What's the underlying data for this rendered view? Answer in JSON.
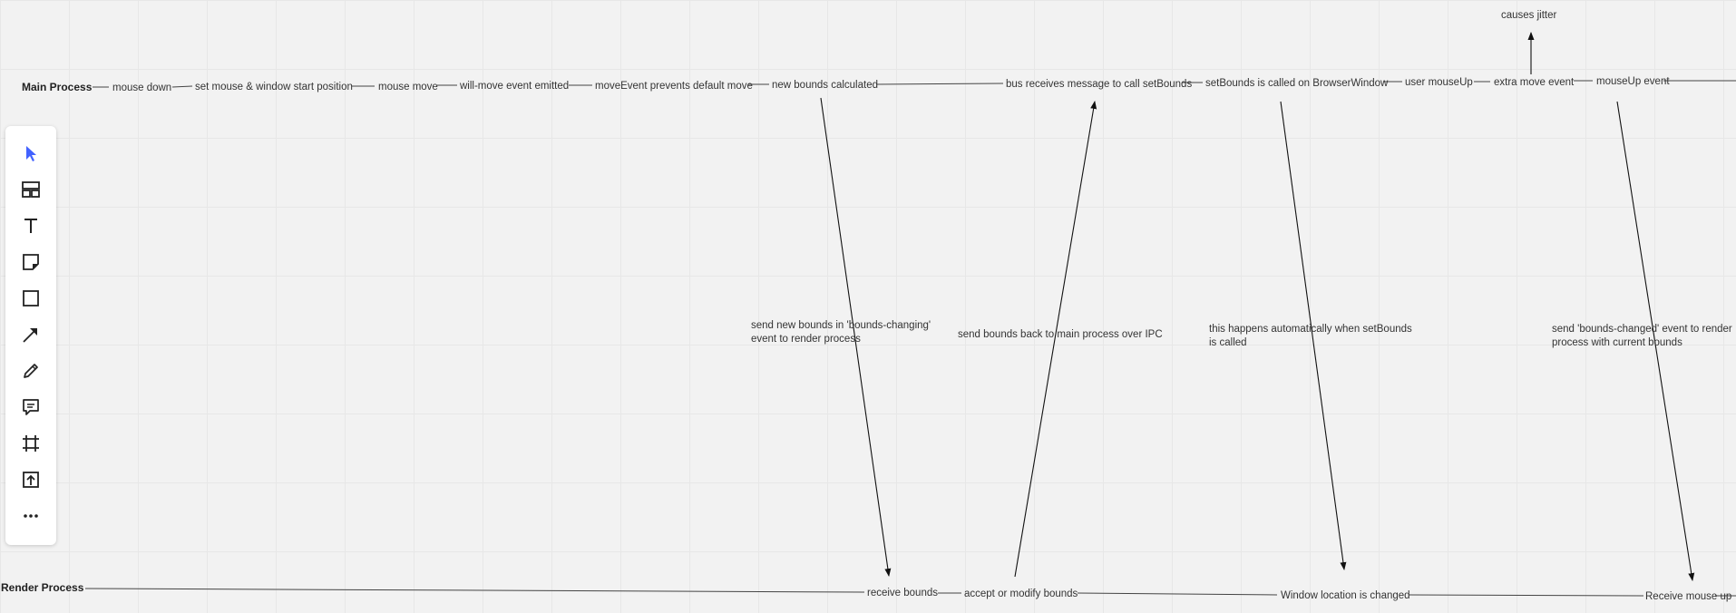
{
  "main_process": {
    "title": "Main Process",
    "steps": [
      "mouse down",
      "set mouse & window start position",
      "mouse move",
      "will-move event emitted",
      "moveEvent prevents default move",
      "new bounds calculated",
      "bus receives message to call setBounds",
      "setBounds is called on BrowserWindow",
      "user mouseUp",
      "extra move event",
      "mouseUp event"
    ],
    "extra_note": "causes jitter"
  },
  "render_process": {
    "title": "Render Process",
    "steps": [
      "receive bounds",
      "accept or modify bounds",
      "Window location is changed",
      "Receive mouse up"
    ]
  },
  "connections": {
    "bounds_changing": "send new bounds in 'bounds-changing' event to render process",
    "send_back": "send bounds back to main process over IPC",
    "auto_setbounds": "this happens automatically when setBounds is called",
    "bounds_changed": "send 'bounds-changed' event to render process with current bounds"
  },
  "toolbar": {
    "tools": [
      {
        "icon": "select-cursor-icon",
        "active": true
      },
      {
        "icon": "layout-templates-icon"
      },
      {
        "icon": "text-icon"
      },
      {
        "icon": "sticky-note-icon"
      },
      {
        "icon": "rectangle-shape-icon"
      },
      {
        "icon": "arrow-connector-icon"
      },
      {
        "icon": "pen-icon"
      },
      {
        "icon": "comment-icon"
      },
      {
        "icon": "frame-icon"
      },
      {
        "icon": "upload-icon"
      },
      {
        "icon": "more-options-icon"
      }
    ],
    "active_color": "#4262ff"
  }
}
